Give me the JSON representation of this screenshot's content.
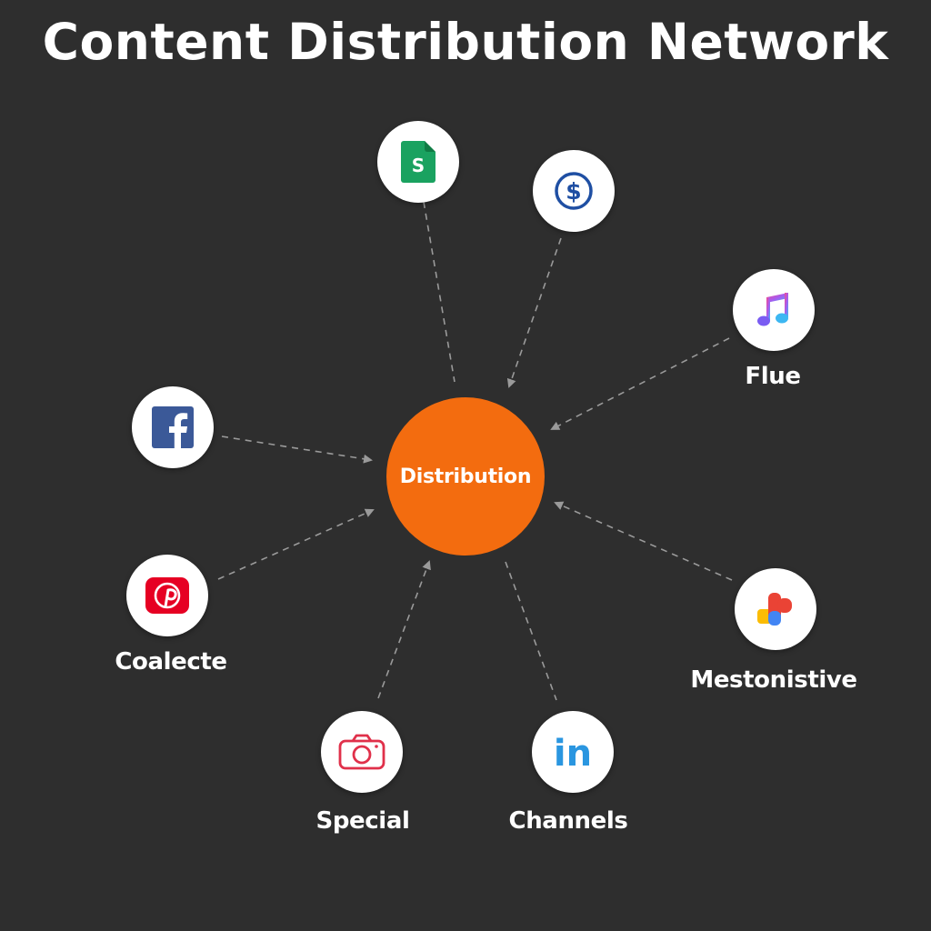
{
  "title": "Content Distribution Network",
  "hub": {
    "label": "Distribution",
    "color": "#f36c0f"
  },
  "nodes": [
    {
      "icon": "sheets-icon",
      "label": ""
    },
    {
      "icon": "dollar-icon",
      "label": ""
    },
    {
      "icon": "music-icon",
      "label": "Flue"
    },
    {
      "icon": "facebook-icon",
      "label": ""
    },
    {
      "icon": "pinterest-icon",
      "label": "Coalecte"
    },
    {
      "icon": "google-play-icon",
      "label": "Mestonistive"
    },
    {
      "icon": "camera-icon",
      "label": "Special"
    },
    {
      "icon": "linkedin-icon",
      "label": "Channels"
    }
  ],
  "colors": {
    "background": "#2e2e2e",
    "connector": "#9a9a9a",
    "node_fill": "#ffffff"
  }
}
